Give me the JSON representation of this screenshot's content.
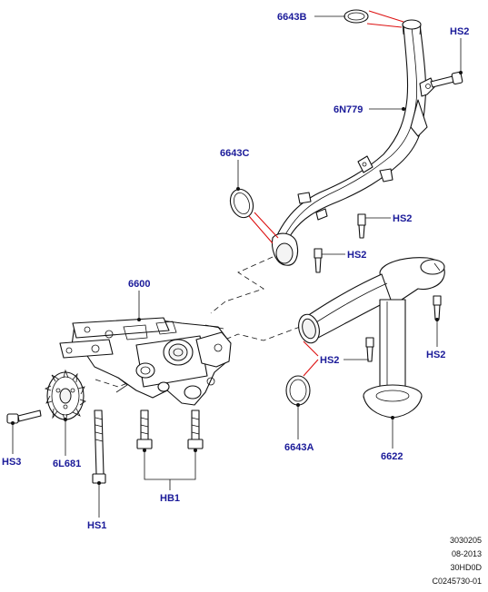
{
  "callouts": {
    "c6643b": "6643B",
    "hs2_top": "HS2",
    "c6n779": "6N779",
    "c6643c": "6643C",
    "hs2_tube1": "HS2",
    "hs2_tube2": "HS2",
    "c6600": "6600",
    "hs2_pan": "HS2",
    "hs2_right": "HS2",
    "hs3": "HS3",
    "c6l681": "6L681",
    "c6643a": "6643A",
    "c6622": "6622",
    "hb1": "HB1",
    "hs1": "HS1"
  },
  "meta": {
    "line1": "3030205",
    "line2": "08-2013",
    "line3": "30HD0D",
    "line4": "C0245730-01"
  },
  "colors": {
    "callout_text": "#1a1a99",
    "highlight_leader": "#dd1111",
    "line_art": "#111111"
  },
  "icons": {
    "parts": [
      "oil-pump-icon",
      "oil-pickup-tube-icon",
      "oil-strainer-icon",
      "sprocket-icon",
      "seal-ring-icon",
      "bolt-icon"
    ]
  }
}
